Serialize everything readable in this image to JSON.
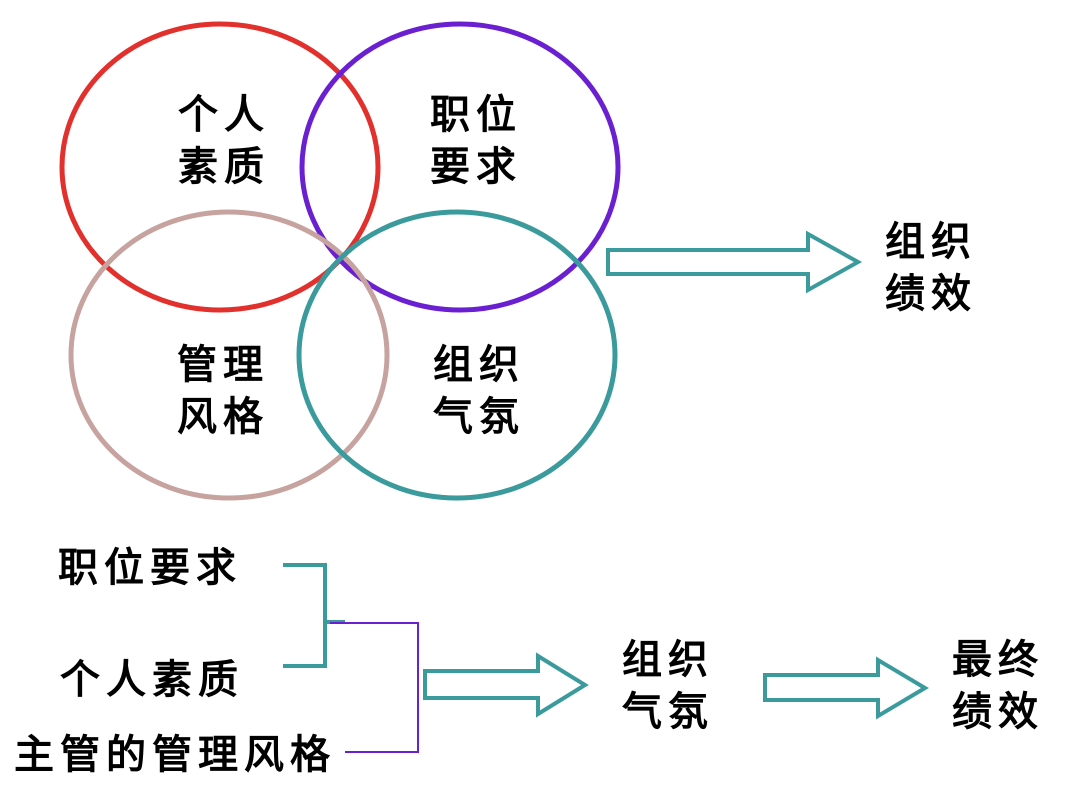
{
  "venn": {
    "circles": [
      {
        "lines": [
          "个人",
          "素质"
        ],
        "color": "#e2302c"
      },
      {
        "lines": [
          "职位",
          "要求"
        ],
        "color": "#6a1fd1"
      },
      {
        "lines": [
          "管理",
          "风格"
        ],
        "color": "#c7a3a0"
      },
      {
        "lines": [
          "组织",
          "气氛"
        ],
        "color": "#3a9a9c"
      }
    ],
    "result": {
      "lines": [
        "组织",
        "绩效"
      ]
    }
  },
  "flow": {
    "inputs": [
      "职位要求",
      "个人素质",
      "主管的管理风格"
    ],
    "middle": {
      "lines": [
        "组织",
        "气氛"
      ]
    },
    "final": {
      "lines": [
        "最终",
        "绩效"
      ]
    }
  },
  "colors": {
    "arrow_stroke": "#3a9a9c",
    "bracket_teal": "#3a9a9c",
    "bracket_purple": "#6a1fd1"
  }
}
